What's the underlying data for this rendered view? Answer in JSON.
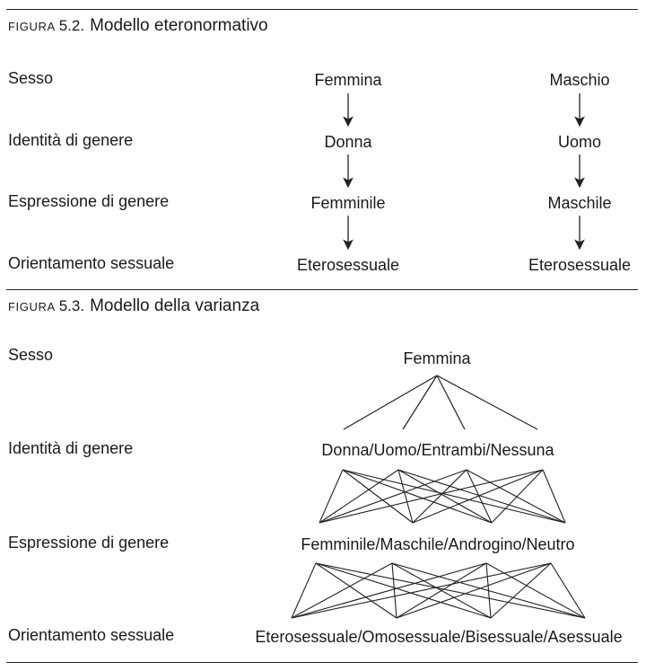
{
  "figure_1": {
    "label": "FIGURA",
    "number": "5.2.",
    "title": "Modello eteronormativo",
    "rows": [
      "Sesso",
      "Identità di genere",
      "Espressione di genere",
      "Orientamento sessuale"
    ],
    "column_left": [
      "Femmina",
      "Donna",
      "Femminile",
      "Eterosessuale"
    ],
    "column_right": [
      "Maschio",
      "Uomo",
      "Maschile",
      "Eterosessuale"
    ]
  },
  "figure_2": {
    "label": "FIGURA",
    "number": "5.3.",
    "title": "Modello della varianza",
    "rows": [
      "Sesso",
      "Identità di genere",
      "Espressione di genere",
      "Orientamento sessuale"
    ],
    "nodes": [
      "Femmina",
      "Donna/Uomo/Entrambi/Nessuna",
      "Femminile/Maschile/Androgino/Neutro",
      "Eterosessuale/Omosessuale/Bisessuale/Asessuale"
    ]
  }
}
